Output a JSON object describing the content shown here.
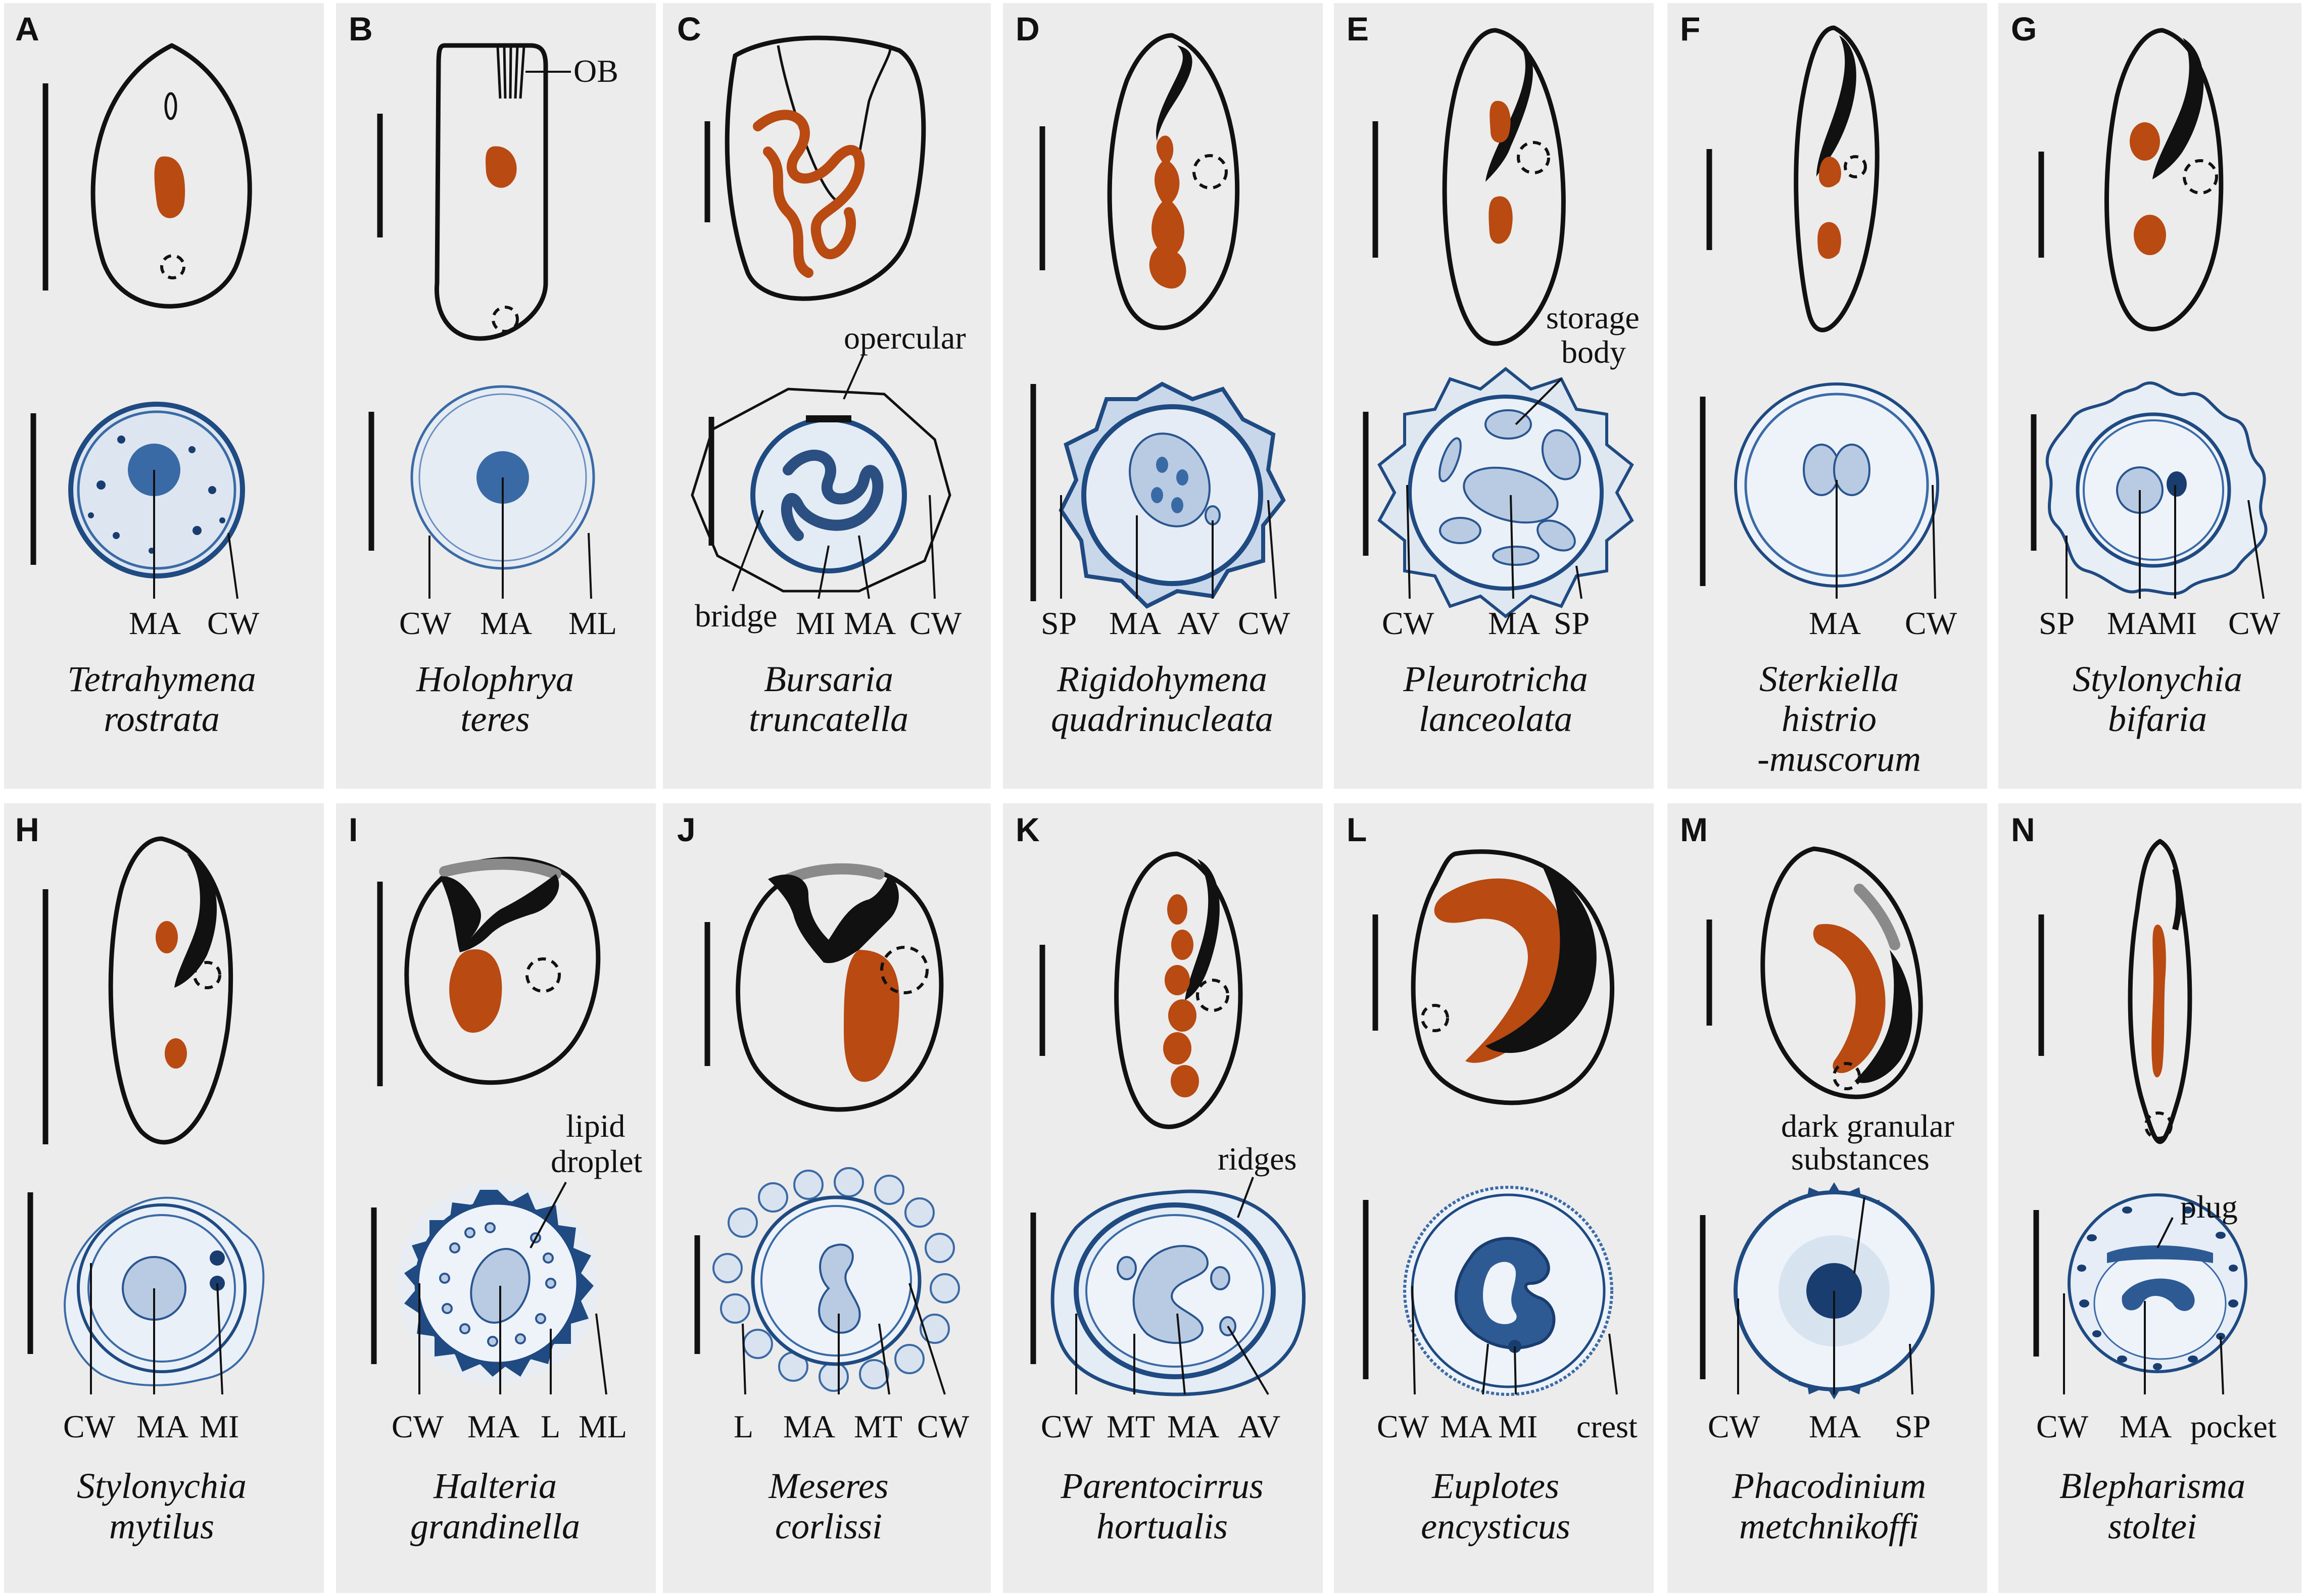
{
  "panels": [
    {
      "letter": "A",
      "species": [
        "Tetrahymena",
        "rostrata"
      ],
      "cyst_labels": [
        "MA",
        "CW"
      ],
      "extra_labels": []
    },
    {
      "letter": "B",
      "species": [
        "Holophrya",
        "teres"
      ],
      "cyst_labels": [
        "CW",
        "MA",
        "ML"
      ],
      "extra_labels": [
        "OB"
      ]
    },
    {
      "letter": "C",
      "species": [
        "Bursaria",
        "truncatella"
      ],
      "cyst_labels": [
        "bridge",
        "MI",
        "MA",
        "CW"
      ],
      "extra_labels": [
        "opercular"
      ]
    },
    {
      "letter": "D",
      "species": [
        "Rigidohymena",
        "quadrinucleata"
      ],
      "cyst_labels": [
        "SP",
        "MA",
        "AV",
        "CW"
      ],
      "extra_labels": []
    },
    {
      "letter": "E",
      "species": [
        "Pleurotricha",
        "lanceolata"
      ],
      "cyst_labels": [
        "CW",
        "MA",
        "SP"
      ],
      "extra_labels": [
        "storage",
        "body"
      ]
    },
    {
      "letter": "F",
      "species": [
        "Sterkiella",
        "histrio",
        "-muscorum"
      ],
      "cyst_labels": [
        "MA",
        "CW"
      ],
      "extra_labels": []
    },
    {
      "letter": "G",
      "species": [
        "Stylonychia",
        "bifaria"
      ],
      "cyst_labels": [
        "SP",
        "MA",
        "MI",
        "CW"
      ],
      "extra_labels": []
    },
    {
      "letter": "H",
      "species": [
        "Stylonychia",
        "mytilus"
      ],
      "cyst_labels": [
        "CW",
        "MA",
        "MI"
      ],
      "extra_labels": []
    },
    {
      "letter": "I",
      "species": [
        "Halteria",
        "grandinella"
      ],
      "cyst_labels": [
        "CW",
        "MA",
        "L",
        "ML"
      ],
      "extra_labels": [
        "lipid",
        "droplet"
      ]
    },
    {
      "letter": "J",
      "species": [
        "Meseres",
        "corlissi"
      ],
      "cyst_labels": [
        "L",
        "MA",
        "MT",
        "CW"
      ],
      "extra_labels": []
    },
    {
      "letter": "K",
      "species": [
        "Parentocirrus",
        "hortualis"
      ],
      "cyst_labels": [
        "CW",
        "MT",
        "MA",
        "AV"
      ],
      "extra_labels": [
        "ridges"
      ]
    },
    {
      "letter": "L",
      "species": [
        "Euplotes",
        "encysticus"
      ],
      "cyst_labels": [
        "CW",
        "MA",
        "MI",
        "crest"
      ],
      "extra_labels": []
    },
    {
      "letter": "M",
      "species": [
        "Phacodinium",
        "metchnikoffi"
      ],
      "cyst_labels": [
        "CW",
        "MA",
        "SP"
      ],
      "extra_labels": [
        "dark granular",
        "substances"
      ]
    },
    {
      "letter": "N",
      "species": [
        "Blepharisma",
        "stoltei"
      ],
      "cyst_labels": [
        "CW",
        "MA",
        "pocket"
      ],
      "extra_labels": [
        "plug"
      ]
    }
  ],
  "colors": {
    "macronucleus": "#b84a12",
    "cyst_blue": "#1f4a82",
    "panel_background": "#ececec",
    "oral_apparatus": "#111111",
    "membranelle_grey": "#8a8a8a"
  }
}
